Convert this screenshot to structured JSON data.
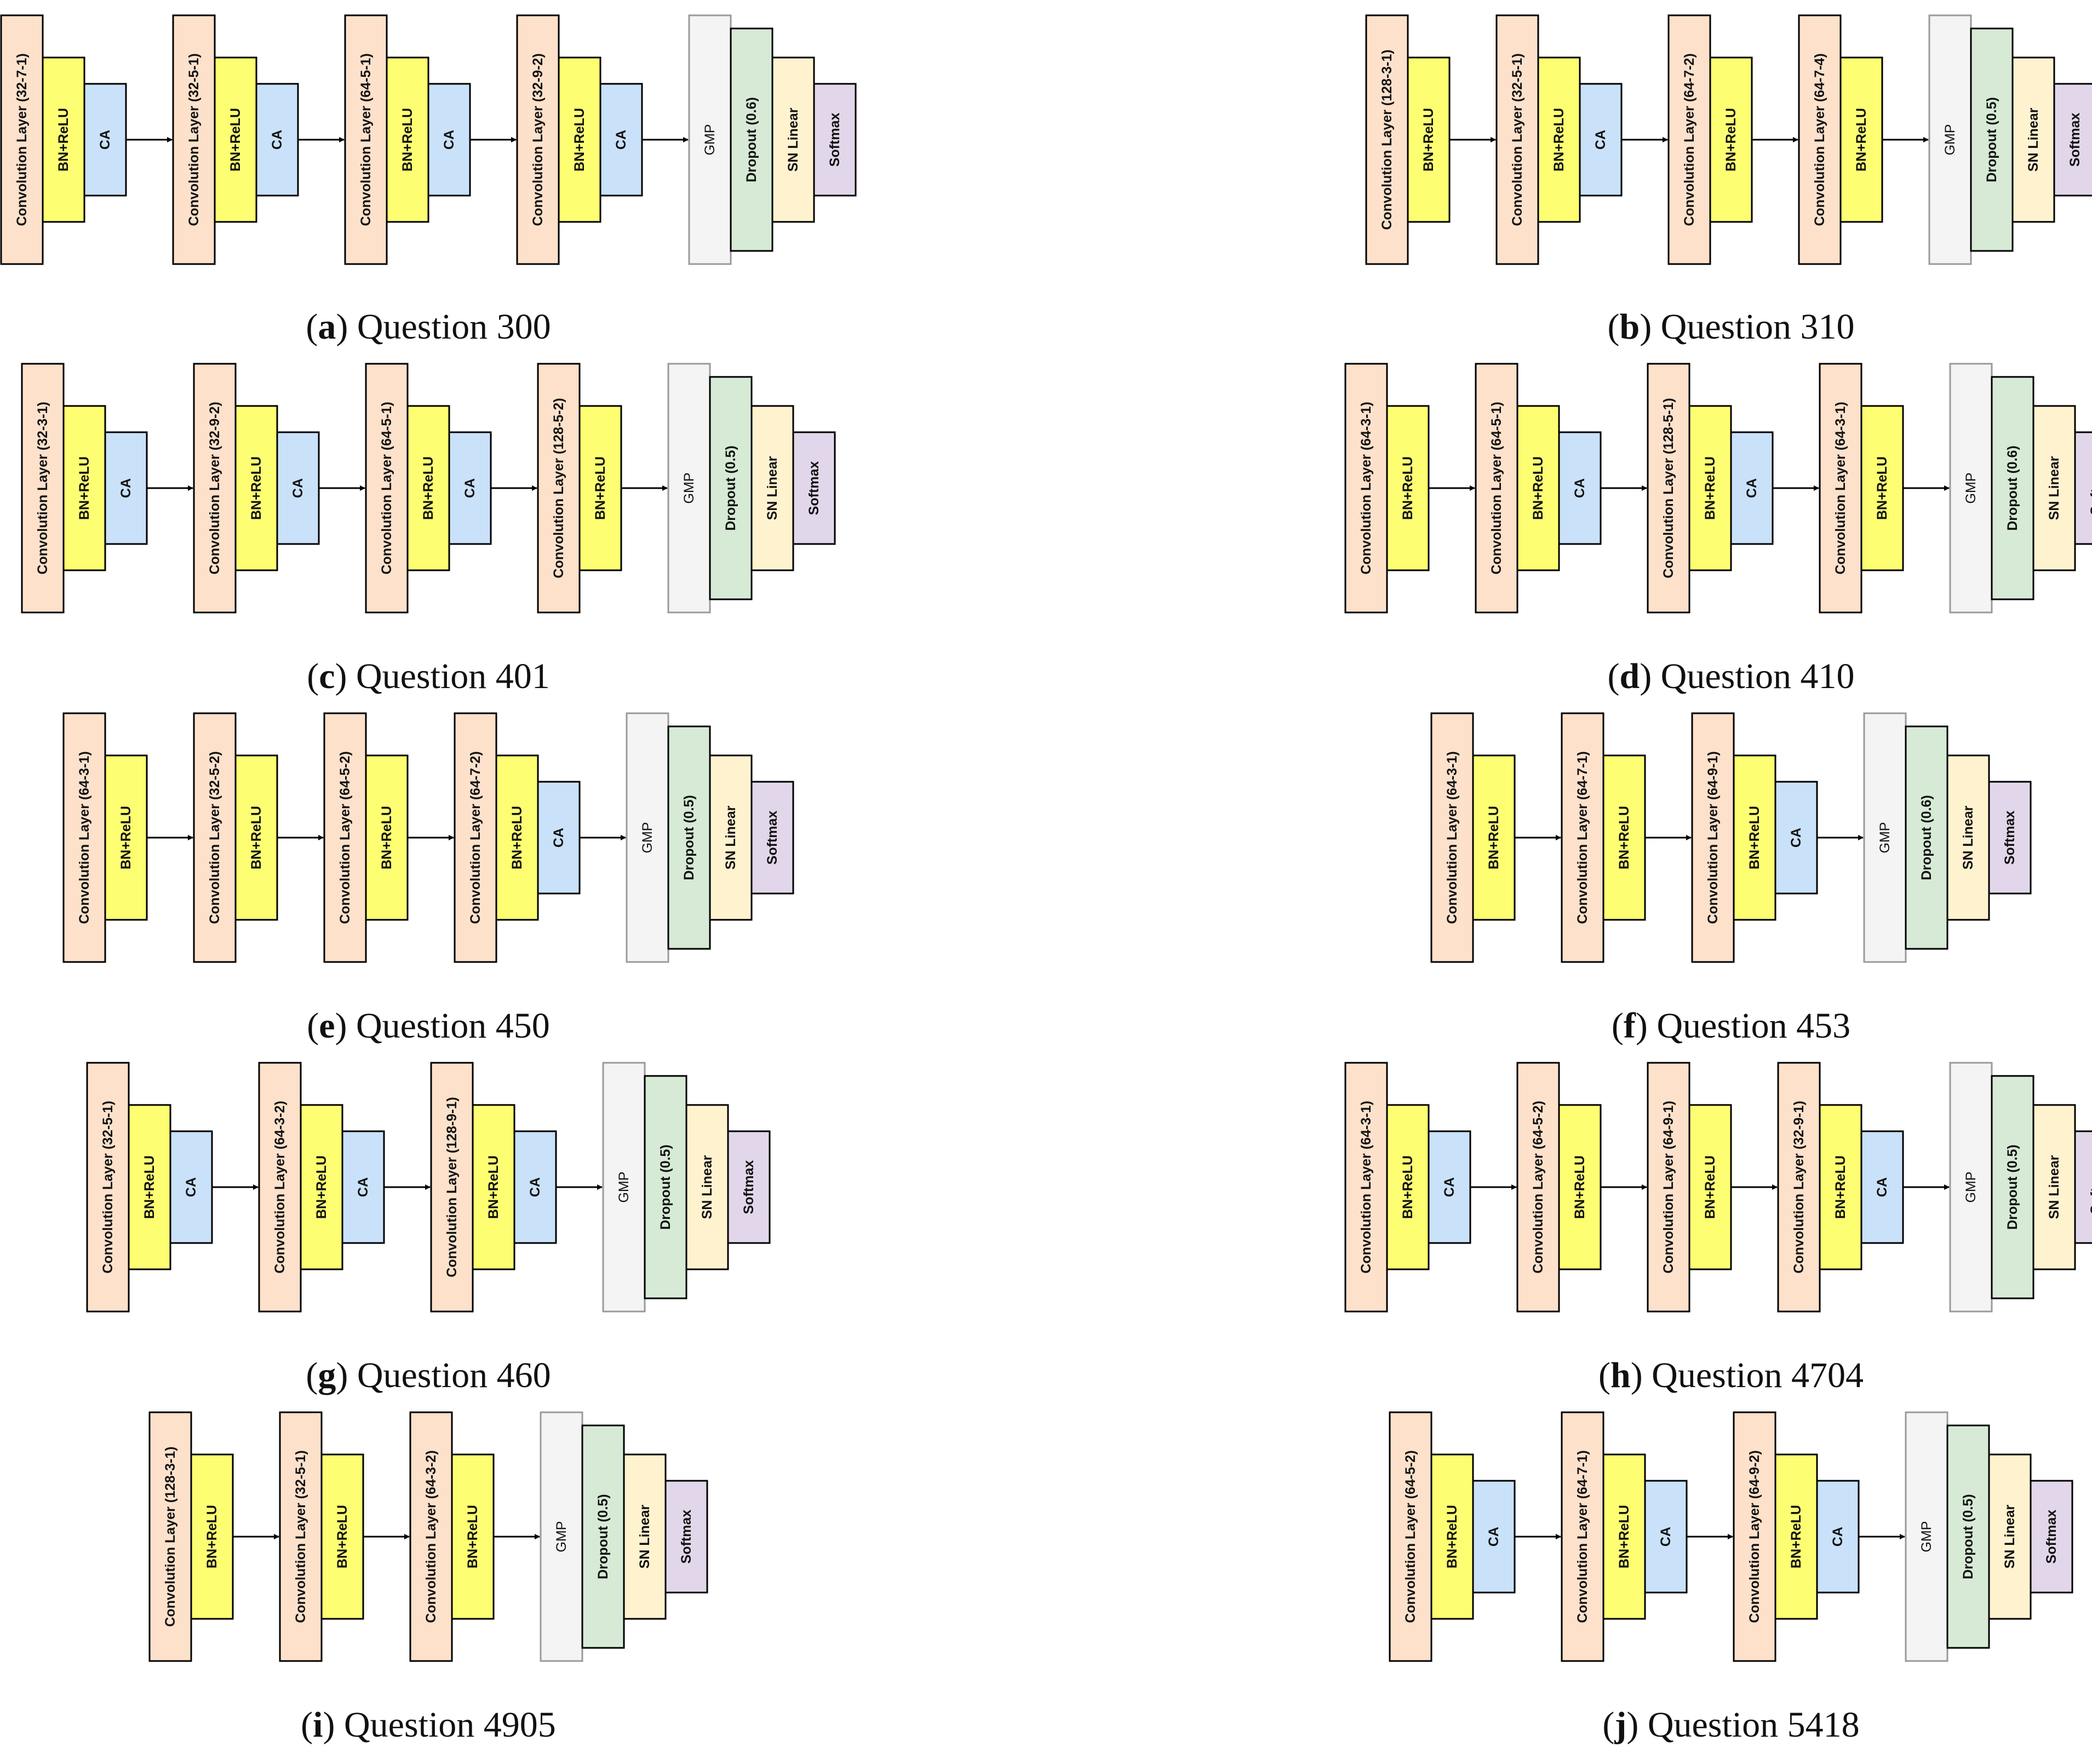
{
  "colors": {
    "conv": "#fde1cb",
    "bn": "#fdfe72",
    "ca": "#c9e1f9",
    "gmp": "#f4f4f4",
    "dropout": "#d6ead6",
    "sn": "#fff2cf",
    "softmax": "#e2d7ea",
    "stroke": "#000000",
    "gmp_stroke": "#9a9a9a"
  },
  "block_labels": {
    "bn": "BN+ReLU",
    "ca": "CA",
    "gmp": "GMP",
    "sn": "SN Linear",
    "softmax": "Softmax"
  },
  "panels": [
    {
      "letter": "a",
      "title": "Question 300",
      "conv_blocks": [
        {
          "conv": "Convolution Layer (32-7-1)",
          "ca": true
        },
        {
          "conv": "Convolution Layer (32-5-1)",
          "ca": true
        },
        {
          "conv": "Convolution Layer (64-5-1)",
          "ca": true
        },
        {
          "conv": "Convolution Layer (32-9-2)",
          "ca": true
        }
      ],
      "dropout": "Dropout (0.6)"
    },
    {
      "letter": "b",
      "title": "Question 310",
      "conv_blocks": [
        {
          "conv": "Convolution Layer (128-3-1)",
          "ca": false
        },
        {
          "conv": "Convolution Layer (32-5-1)",
          "ca": true
        },
        {
          "conv": "Convolution Layer (64-7-2)",
          "ca": false
        },
        {
          "conv": "Convolution Layer (64-7-4)",
          "ca": false
        }
      ],
      "dropout": "Dropout (0.5)"
    },
    {
      "letter": "c",
      "title": "Question 401",
      "conv_blocks": [
        {
          "conv": "Convolution Layer (32-3-1)",
          "ca": true
        },
        {
          "conv": "Convolution Layer (32-9-2)",
          "ca": true
        },
        {
          "conv": "Convolution Layer (64-5-1)",
          "ca": true
        },
        {
          "conv": "Convolution Layer (128-5-2)",
          "ca": false
        }
      ],
      "dropout": "Dropout (0.5)"
    },
    {
      "letter": "d",
      "title": "Question 410",
      "conv_blocks": [
        {
          "conv": "Convolution Layer (64-3-1)",
          "ca": false
        },
        {
          "conv": "Convolution Layer (64-5-1)",
          "ca": true
        },
        {
          "conv": "Convolution Layer (128-5-1)",
          "ca": true
        },
        {
          "conv": "Convolution Layer (64-3-1)",
          "ca": false
        }
      ],
      "dropout": "Dropout (0.6)"
    },
    {
      "letter": "e",
      "title": "Question 450",
      "conv_blocks": [
        {
          "conv": "Convolution Layer (64-3-1)",
          "ca": false
        },
        {
          "conv": "Convolution Layer (32-5-2)",
          "ca": false
        },
        {
          "conv": "Convolution Layer (64-5-2)",
          "ca": false
        },
        {
          "conv": "Convolution Layer (64-7-2)",
          "ca": true
        }
      ],
      "dropout": "Dropout (0.5)"
    },
    {
      "letter": "f",
      "title": "Question 453",
      "conv_blocks": [
        {
          "conv": "Convolution Layer (64-3-1)",
          "ca": false
        },
        {
          "conv": "Convolution Layer (64-7-1)",
          "ca": false
        },
        {
          "conv": "Convolution Layer (64-9-1)",
          "ca": true
        }
      ],
      "dropout": "Dropout (0.6)"
    },
    {
      "letter": "g",
      "title": "Question 460",
      "conv_blocks": [
        {
          "conv": "Convolution Layer (32-5-1)",
          "ca": true
        },
        {
          "conv": "Convolution Layer (64-3-2)",
          "ca": true
        },
        {
          "conv": "Convolution Layer (128-9-1)",
          "ca": true
        }
      ],
      "dropout": "Dropout (0.5)"
    },
    {
      "letter": "h",
      "title": "Question 4704",
      "conv_blocks": [
        {
          "conv": "Convolution Layer (64-3-1)",
          "ca": true
        },
        {
          "conv": "Convolution Layer (64-5-2)",
          "ca": false
        },
        {
          "conv": "Convolution Layer (64-9-1)",
          "ca": false
        },
        {
          "conv": "Convolution Layer (32-9-1)",
          "ca": true
        }
      ],
      "dropout": "Dropout (0.5)"
    },
    {
      "letter": "i",
      "title": "Question 4905",
      "conv_blocks": [
        {
          "conv": "Convolution Layer (128-3-1)",
          "ca": false
        },
        {
          "conv": "Convolution Layer (32-5-1)",
          "ca": false
        },
        {
          "conv": "Convolution Layer (64-3-2)",
          "ca": false
        }
      ],
      "dropout": "Dropout (0.5)"
    },
    {
      "letter": "j",
      "title": "Question 5418",
      "conv_blocks": [
        {
          "conv": "Convolution Layer (64-5-2)",
          "ca": true
        },
        {
          "conv": "Convolution Layer (64-7-1)",
          "ca": true
        },
        {
          "conv": "Convolution Layer (64-9-2)",
          "ca": true
        }
      ],
      "dropout": "Dropout (0.5)"
    }
  ]
}
